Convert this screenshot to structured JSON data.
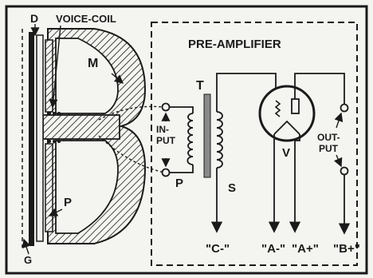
{
  "labels": {
    "d": "D",
    "voice_coil": "VOICE-COIL",
    "m": "M",
    "p_magnet": "P",
    "g": "G",
    "pre_amplifier": "PRE-AMPLIFIER",
    "t": "T",
    "input_line1": "IN-",
    "input_line2": "PUT",
    "p_coil": "P",
    "s": "S",
    "v": "V",
    "output_line1": "OUT-",
    "output_line2": "PUT",
    "c_minus": "\"C-\"",
    "a_minus": "\"A-\"",
    "a_plus": "\"A+\"",
    "b_plus": "\"B+\""
  },
  "colors": {
    "ink": "#1a1a1a",
    "paper": "#f4f4f0"
  }
}
